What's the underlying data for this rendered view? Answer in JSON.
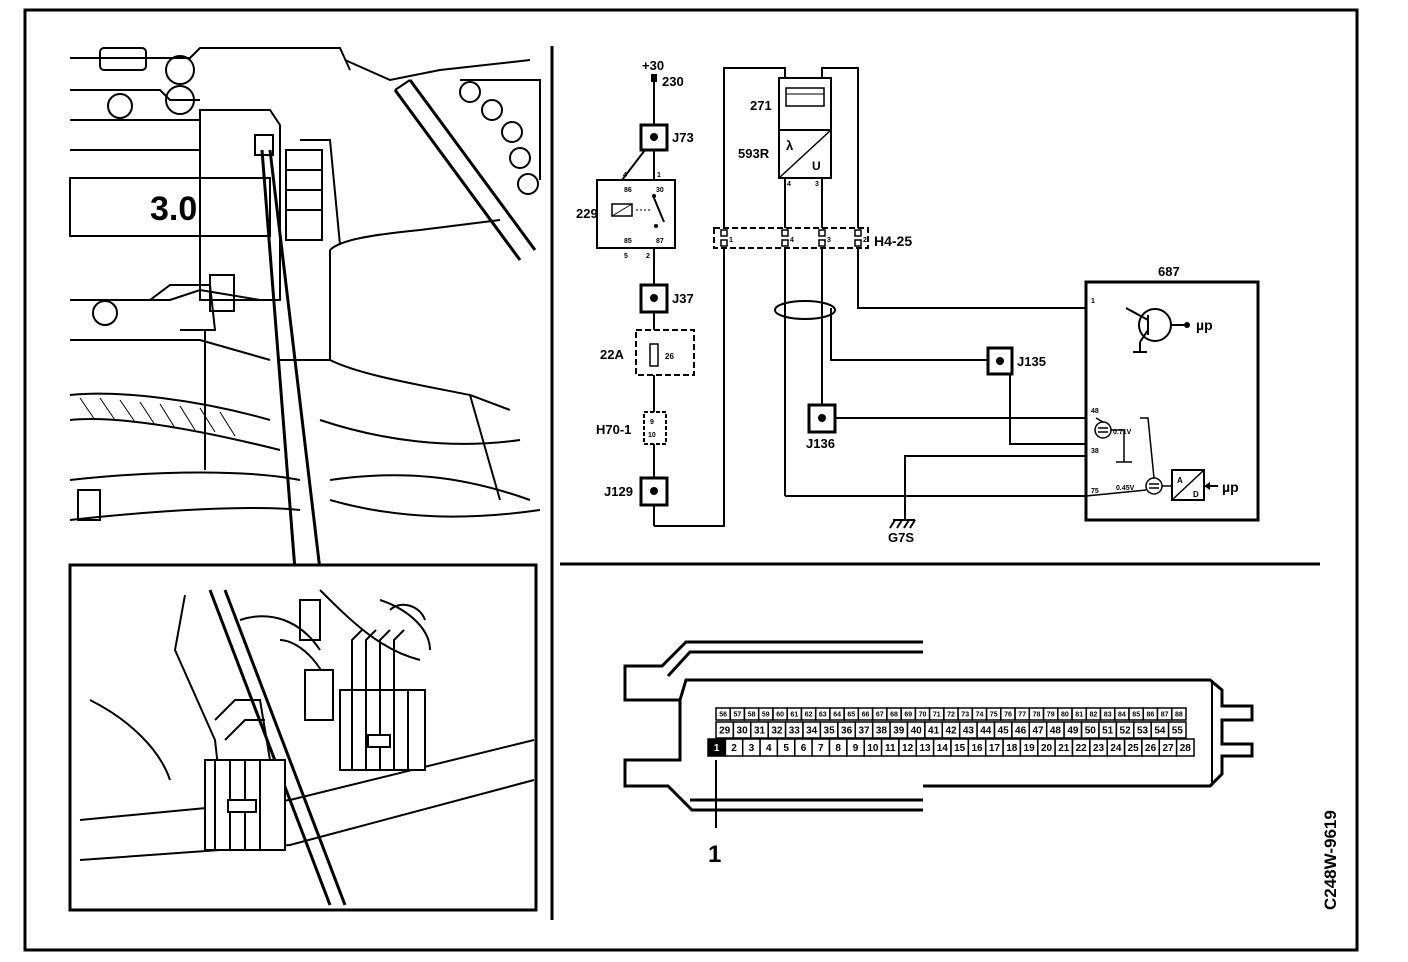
{
  "figure_code": "C248W-9619",
  "photo": {
    "engine_badge": "3.0"
  },
  "schematic": {
    "supply": {
      "terminal": "+30",
      "wire": "230"
    },
    "junctions": [
      "J73",
      "J37",
      "J129",
      "J135",
      "J136"
    ],
    "relay": {
      "id": "229",
      "pins": {
        "top_left": "4",
        "top_right": "1",
        "mid_left": "86",
        "mid_right": "30",
        "low_left": "85",
        "low_right": "87",
        "bottom_left": "5",
        "bottom_right": "2"
      }
    },
    "fuse": {
      "id": "22A",
      "rating": "26"
    },
    "connector_h70": {
      "id": "H70-1",
      "pins": [
        "9",
        "10"
      ]
    },
    "sensor_271": {
      "id": "271"
    },
    "sensor_593r": {
      "id": "593R",
      "symbol_lambda": "λ",
      "symbol_u": "U",
      "pins": [
        "4",
        "3"
      ]
    },
    "connector_h4": {
      "id": "H4-25",
      "pins": [
        "1",
        "4",
        "3",
        "2"
      ]
    },
    "ecu": {
      "id": "687",
      "pins": [
        "1",
        "48",
        "38",
        "75"
      ],
      "output_label": "µp",
      "input_label": "µp",
      "voltage_top": "0.71V",
      "voltage_bottom": "0.45V",
      "converter_a": "A",
      "converter_d": "D"
    },
    "ground": {
      "id": "G7S"
    }
  },
  "connector_pinout": {
    "top_row": [
      "56",
      "57",
      "58",
      "59",
      "60",
      "61",
      "62",
      "63",
      "64",
      "65",
      "66",
      "67",
      "68",
      "69",
      "70",
      "71",
      "72",
      "73",
      "74",
      "75",
      "76",
      "77",
      "78",
      "79",
      "80",
      "81",
      "82",
      "83",
      "84",
      "85",
      "86",
      "87",
      "88"
    ],
    "middle_row": [
      "29",
      "30",
      "31",
      "32",
      "33",
      "34",
      "35",
      "36",
      "37",
      "38",
      "39",
      "40",
      "41",
      "42",
      "43",
      "44",
      "45",
      "46",
      "47",
      "48",
      "49",
      "50",
      "51",
      "52",
      "53",
      "54",
      "55"
    ],
    "bottom_row": [
      "1",
      "2",
      "3",
      "4",
      "5",
      "6",
      "7",
      "8",
      "9",
      "10",
      "11",
      "12",
      "13",
      "14",
      "15",
      "16",
      "17",
      "18",
      "19",
      "20",
      "21",
      "22",
      "23",
      "24",
      "25",
      "26",
      "27",
      "28"
    ],
    "callout": "1"
  }
}
